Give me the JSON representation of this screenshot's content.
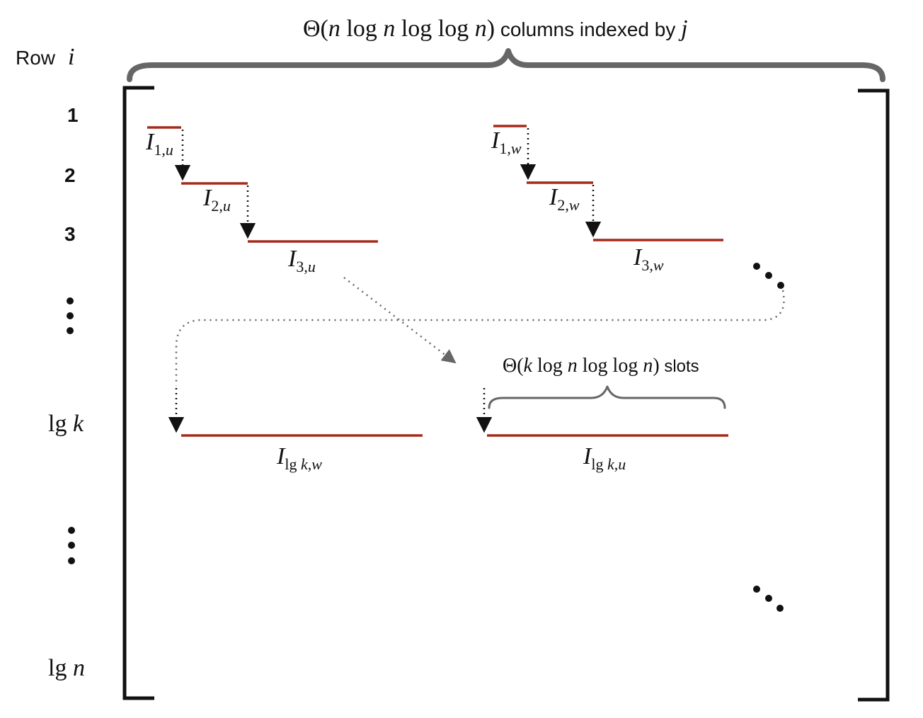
{
  "header": {
    "theta_prefix": "Θ(",
    "n1": "n",
    "log1": " log ",
    "n2": "n",
    "loglog": " log log ",
    "n3": "n",
    "close": ")",
    "columns_text": " columns indexed by ",
    "j": "j"
  },
  "row_label": {
    "text": "Row",
    "var": "i"
  },
  "rows": {
    "r1": "1",
    "r2": "2",
    "r3": "3",
    "lgk_lg": "lg ",
    "lgk_k": "k",
    "lgn_lg": "lg ",
    "lgn_n": "n"
  },
  "intervals": {
    "i1u": {
      "base": "I",
      "sub": "1,",
      "subvar": "u"
    },
    "i2u": {
      "base": "I",
      "sub": "2,",
      "subvar": "u"
    },
    "i3u": {
      "base": "I",
      "sub": "3,",
      "subvar": "u"
    },
    "i1w": {
      "base": "I",
      "sub": "1,",
      "subvar": "w"
    },
    "i2w": {
      "base": "I",
      "sub": "2,",
      "subvar": "w"
    },
    "i3w": {
      "base": "I",
      "sub": "3,",
      "subvar": "w"
    },
    "ilgkw": {
      "base": "I",
      "sub": "lg ",
      "subk": "k",
      "subc": ",",
      "subvar": "w"
    },
    "ilgku": {
      "base": "I",
      "sub": "lg ",
      "subk": "k",
      "subc": ",",
      "subvar": "u"
    }
  },
  "slots": {
    "theta_prefix": "Θ(",
    "k": "k",
    "log1": " log ",
    "n1": "n",
    "loglog": " log log ",
    "n2": "n",
    "close": ")",
    "slots_text": " slots"
  },
  "colors": {
    "interval": "#a52a1a",
    "brace": "#666666",
    "bracket": "#111111",
    "dotted_gray": "#666666"
  }
}
